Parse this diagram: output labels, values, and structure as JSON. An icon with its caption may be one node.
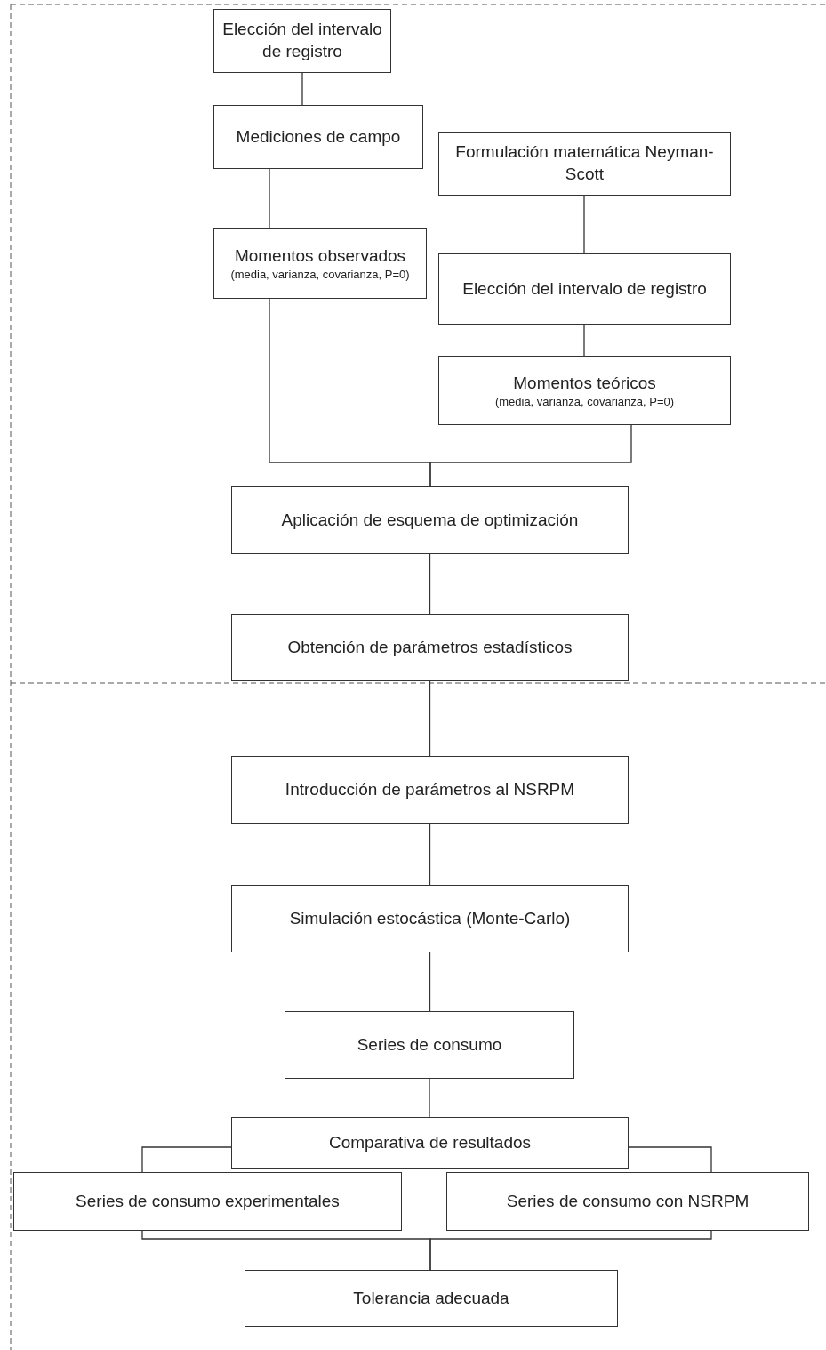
{
  "diagram": {
    "nodes": [
      {
        "text": [
          "Elección del intervalo de registro"
        ]
      },
      {
        "text": [
          "Mediciones de campo"
        ]
      },
      {
        "text": [
          "Formulación matemática Neyman-Scott"
        ]
      },
      {
        "text": [
          "Momentos observados",
          "(media, varianza, covarianza, P=0)"
        ]
      },
      {
        "text": [
          "Elección del intervalo de registro"
        ]
      },
      {
        "text": [
          "Momentos teóricos",
          "(media, varianza, covarianza, P=0)"
        ]
      },
      {
        "text": [
          "Aplicación de esquema de optimización"
        ]
      },
      {
        "text": [
          "Obtención de parámetros estadísticos"
        ]
      },
      {
        "text": [
          "Introducción de parámetros al NSRPM"
        ]
      },
      {
        "text": [
          "Simulación estocástica (Monte-Carlo)"
        ]
      },
      {
        "text": [
          "Series de consumo"
        ]
      },
      {
        "text": [
          "Comparativa de resultados"
        ]
      },
      {
        "text": [
          "Series de consumo experimentales"
        ]
      },
      {
        "text": [
          "Series de consumo con NSRPM"
        ]
      },
      {
        "text": [
          "Tolerancia adecuada"
        ]
      }
    ],
    "edges": [
      {
        "from": 0,
        "to": 1,
        "arrow": "none"
      },
      {
        "from": 1,
        "to": 3,
        "arrow": "none"
      },
      {
        "from": 2,
        "to": 4,
        "arrow": "none"
      },
      {
        "from": 4,
        "to": 5,
        "arrow": "none"
      },
      {
        "from": 3,
        "to": 6,
        "arrow": "none"
      },
      {
        "from": 5,
        "to": 6,
        "arrow": "none"
      },
      {
        "from": 6,
        "to": 7,
        "arrow": "none"
      },
      {
        "from": 7,
        "to": 8,
        "arrow": "none"
      },
      {
        "from": 8,
        "to": 9,
        "arrow": "none"
      },
      {
        "from": 9,
        "to": 10,
        "arrow": "none"
      },
      {
        "from": 10,
        "to": 11,
        "arrow": "none"
      },
      {
        "from": 11,
        "to": 12,
        "arrow": "none"
      },
      {
        "from": 11,
        "to": 13,
        "arrow": "none"
      },
      {
        "from": 12,
        "to": 14,
        "arrow": "none"
      },
      {
        "from": 13,
        "to": 14,
        "arrow": "none"
      }
    ]
  }
}
